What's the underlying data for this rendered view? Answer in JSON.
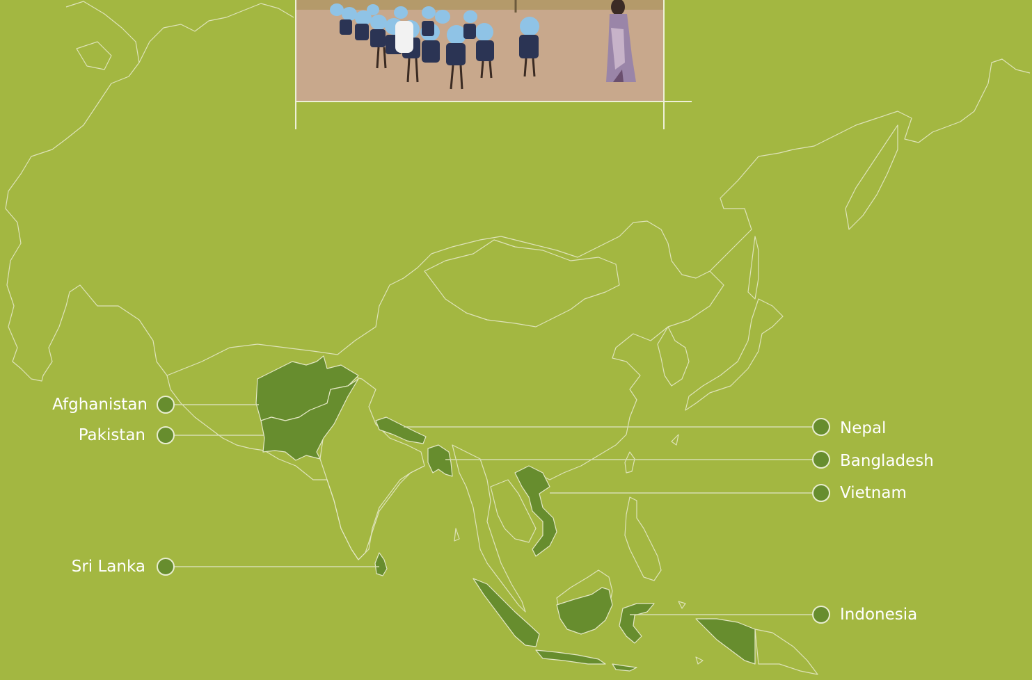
{
  "photo": {
    "subject": "schoolchildren-exercise-photo"
  },
  "countries": [
    {
      "id": "afghanistan",
      "name": "Afghanistan",
      "side": "left"
    },
    {
      "id": "pakistan",
      "name": "Pakistan",
      "side": "left"
    },
    {
      "id": "sri-lanka",
      "name": "Sri Lanka",
      "side": "left"
    },
    {
      "id": "nepal",
      "name": "Nepal",
      "side": "right"
    },
    {
      "id": "bangladesh",
      "name": "Bangladesh",
      "side": "right"
    },
    {
      "id": "vietnam",
      "name": "Vietnam",
      "side": "right"
    },
    {
      "id": "indonesia",
      "name": "Indonesia",
      "side": "right"
    }
  ],
  "colors": {
    "background": "#a3b741",
    "highlight": "#678d2e",
    "outline": "#e4e8c6",
    "label": "#ffffff"
  }
}
